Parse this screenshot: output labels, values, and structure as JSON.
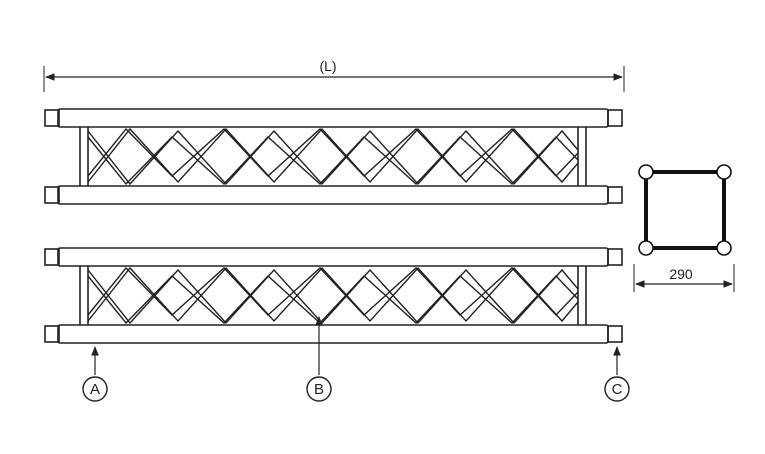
{
  "overall_length_label": "(L)",
  "section_width_label": "290",
  "callouts": [
    {
      "letter": "A"
    },
    {
      "letter": "B"
    },
    {
      "letter": "C"
    }
  ],
  "colors": {
    "line": "#222222",
    "background": "#ffffff"
  }
}
